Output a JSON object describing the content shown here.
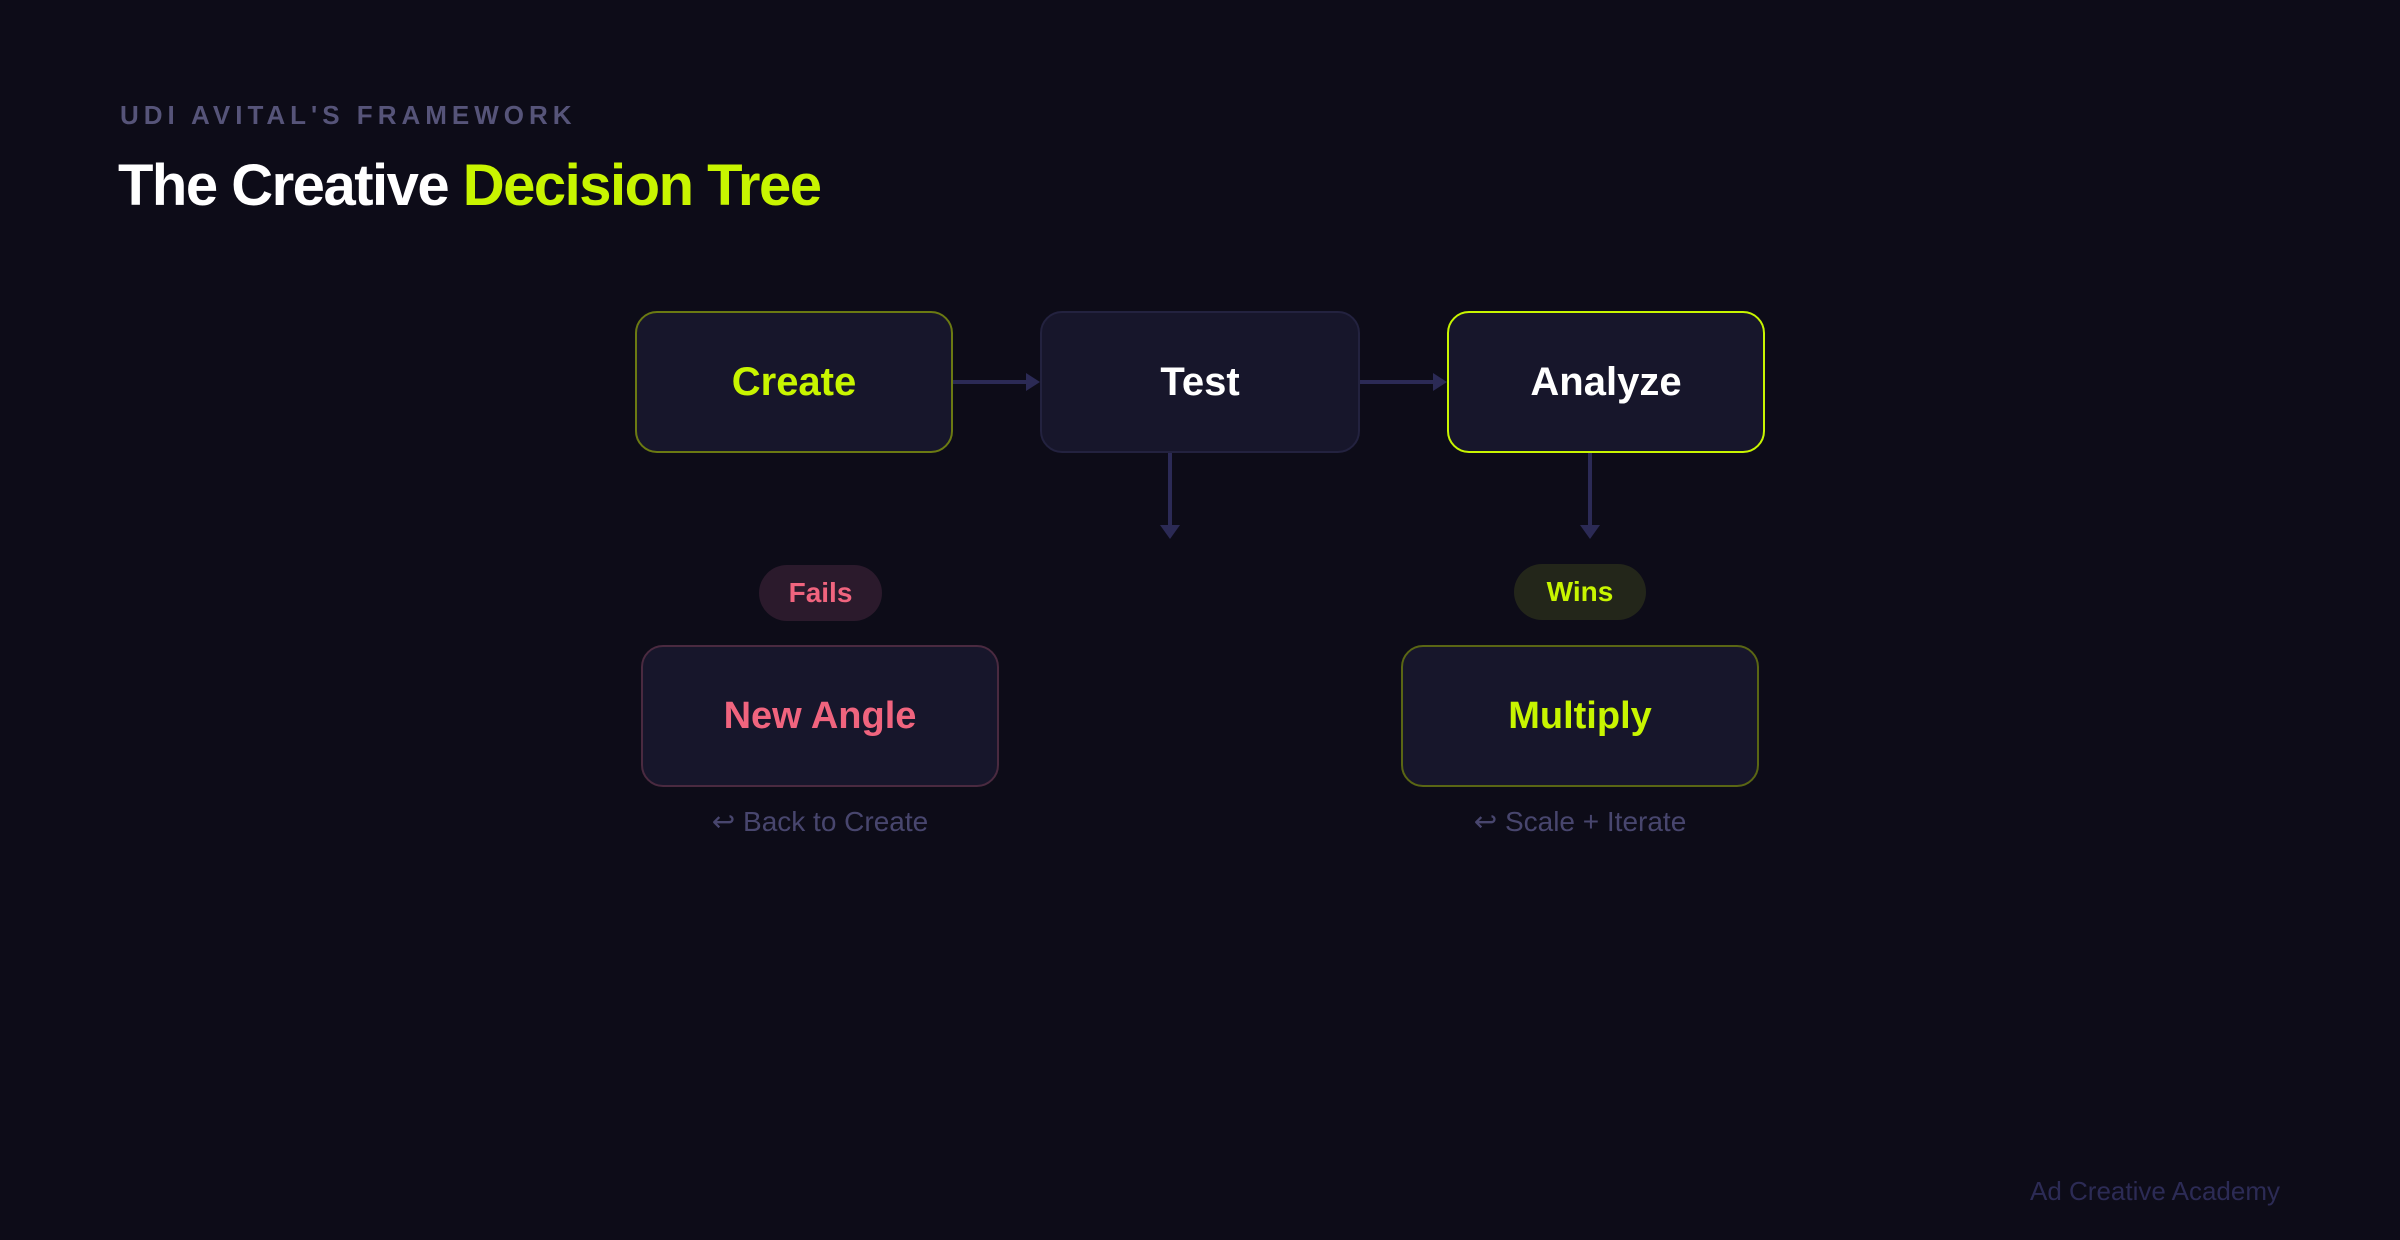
{
  "header": {
    "eyebrow": "UDI AVITAL'S FRAMEWORK",
    "title_main": "The Creative",
    "title_accent": "Decision Tree"
  },
  "nodes": {
    "create": "Create",
    "test": "Test",
    "analyze": "Analyze",
    "new_angle": "New Angle",
    "multiply": "Multiply"
  },
  "branches": {
    "fails": "Fails",
    "wins": "Wins"
  },
  "notes": {
    "back_icon": "↩",
    "back_to_create": "Back to Create",
    "scale_iterate": "Scale + Iterate"
  },
  "footer": {
    "brand": "Ad Creative Academy"
  },
  "colors": {
    "background": "#0d0c18",
    "accent_lime": "#c8f500",
    "fail_pink": "#f0647e",
    "connector": "#2b2a55",
    "muted_text": "#565479"
  }
}
